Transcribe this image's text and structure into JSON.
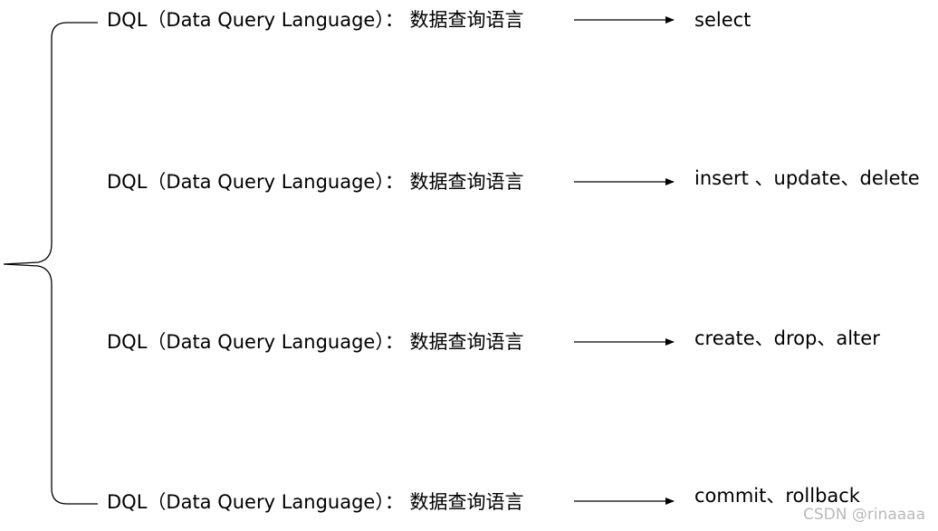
{
  "rows": [
    {
      "label": "DQL（Data Query Language）：  数据查询语言",
      "commands": "select"
    },
    {
      "label": "DQL（Data Query Language）：  数据查询语言",
      "commands": "insert 、update、delete"
    },
    {
      "label": "DQL（Data Query Language）：  数据查询语言",
      "commands": "create、drop、alter"
    },
    {
      "label": "DQL（Data Query Language）：  数据查询语言",
      "commands": "commit、rollback"
    }
  ],
  "watermark": "CSDN @rinaaaa",
  "colors": {
    "text": "#000000",
    "line": "#000000",
    "watermark": "#b9b9b9"
  },
  "icons": {
    "brace": "left-curly-brace",
    "arrow": "right-arrow"
  }
}
